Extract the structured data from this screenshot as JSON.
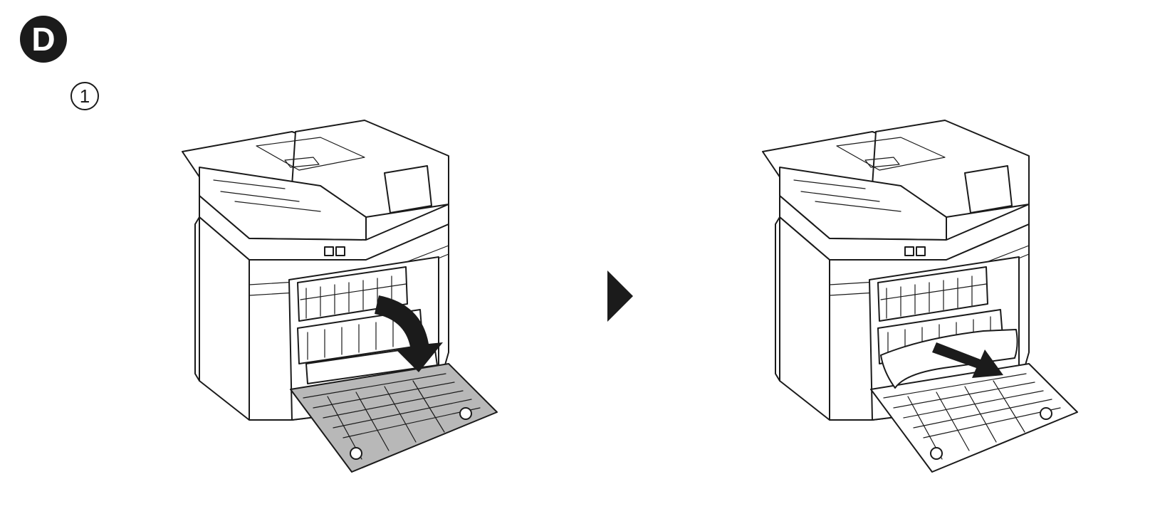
{
  "section": {
    "letter": "D"
  },
  "step": {
    "number": "1"
  },
  "panels": [
    {
      "highlight": "rear-cover",
      "arrow": "cover-opens-down",
      "paper_jam": false
    },
    {
      "highlight": "none",
      "arrow": "pull-paper-out",
      "paper_jam": true
    }
  ],
  "colors": {
    "ink": "#1a1a1a",
    "highlight_gray": "#b8b8b8",
    "arrow": "#1b1b1b",
    "background": "#ffffff"
  }
}
